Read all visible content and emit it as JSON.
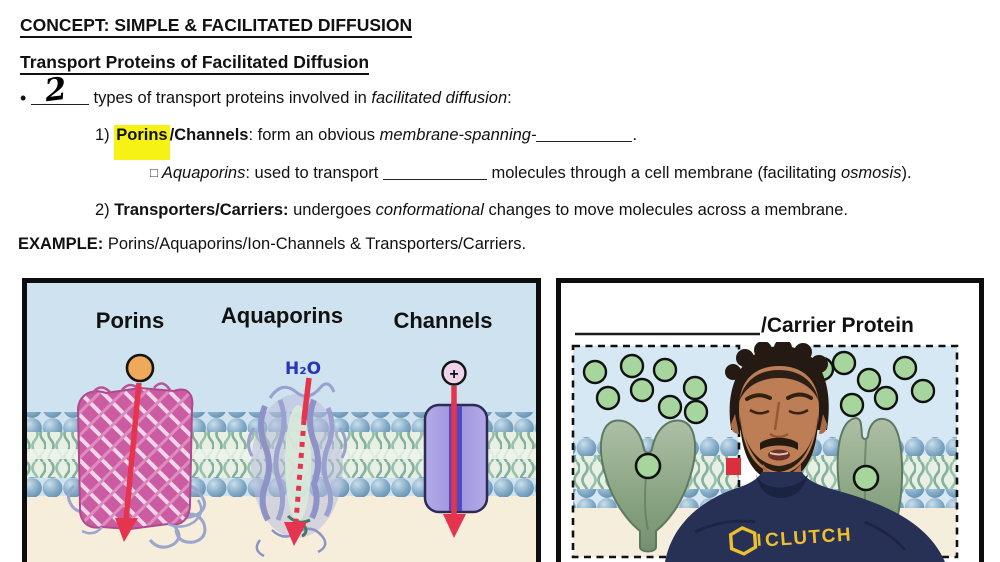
{
  "header": {
    "concept_label": "CONCEPT:",
    "concept_title": "SIMPLE & FACILITATED DIFFUSION",
    "subtitle": "Transport Proteins of Facilitated Diffusion"
  },
  "notes": {
    "bullet_char": "•",
    "bullet": {
      "handwritten_answer": "2",
      "text_a": " types of transport proteins involved in ",
      "italic": "facilitated diffusion",
      "text_b": ":"
    },
    "item1": {
      "number": "1) ",
      "bold_highlight": "Porins",
      "bold_rest": "/Channels",
      "text_a": ": form an obvious ",
      "italic": "membrane-spanning-",
      "text_b": "."
    },
    "sub1": {
      "checkbox": "□",
      "italic_lead": "Aquaporins",
      "text_a": ": used to transport ",
      "text_b": " molecules through a cell membrane (facilitating ",
      "italic_b": "osmosis",
      "text_c": ")."
    },
    "item2": {
      "number": "2) ",
      "bold": "Transporters/Carriers:",
      "text_a": " undergoes ",
      "italic": "conformational",
      "text_b": " changes to move molecules across a membrane."
    },
    "example": {
      "label": "EXAMPLE:",
      "text": " Porins/Aquaporins/Ion-Channels & Transporters/Carriers."
    }
  },
  "left_diagram": {
    "labels": [
      "Porins",
      "Aquaporins",
      "Channels"
    ],
    "h2o_label": "H₂O",
    "ion_label": "+"
  },
  "right_diagram": {
    "title_suffix": "/Carrier Protein"
  },
  "presenter": {
    "shirt_text": "CLUTCH"
  },
  "colors": {
    "highlight_yellow": "#f7f216",
    "arrow_red": "#e5344e",
    "panel_blue": "#cfe2ef",
    "panel_cream": "#f6eeda",
    "molecule_green": "#a6d69e",
    "porin_pink": "#cc5ca2",
    "channel_purple": "#a39ae0",
    "carrier_olive": "#8ea887",
    "shirt_navy": "#273156",
    "logo_yellow": "#edbe2e",
    "h2o_blue": "#2a35b5"
  }
}
